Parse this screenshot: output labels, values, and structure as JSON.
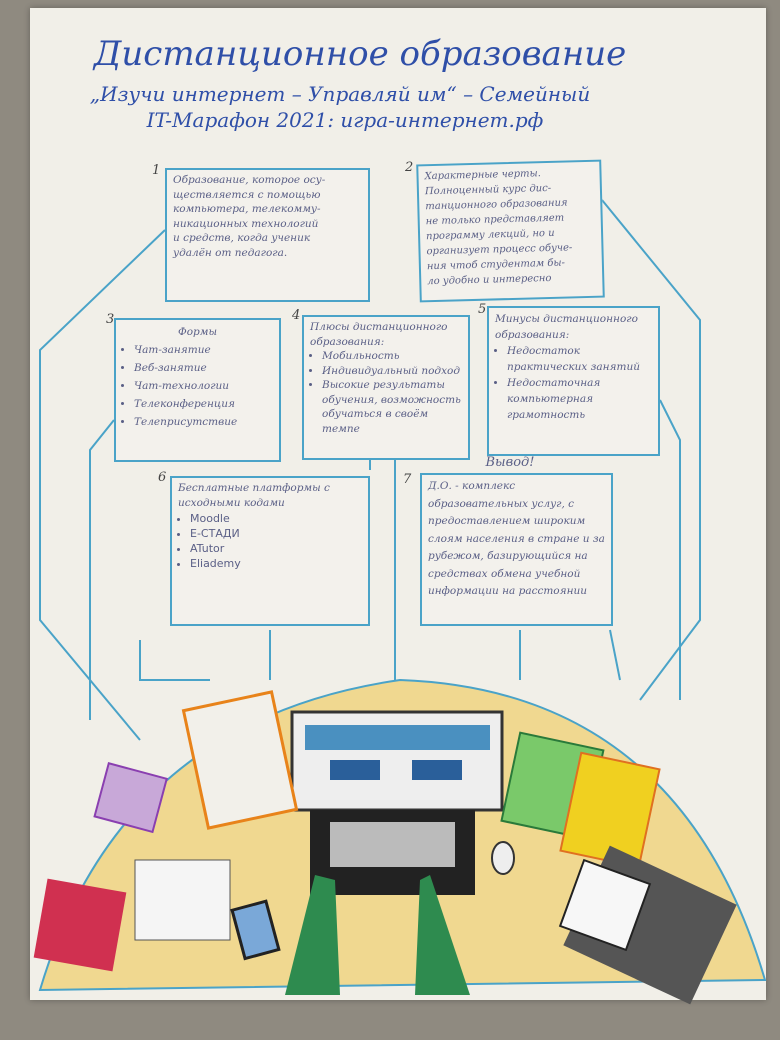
{
  "title": "Дистанционное образование",
  "subtitle_line1": "„Изучи интернет – Управляй им“ – Семейный",
  "subtitle_line2": "IT-Марафон 2021: игра-интернет.рф",
  "boxes": {
    "b1": {
      "num": "1",
      "lines": [
        "Образование, которое осу-",
        "ществляется с помощью",
        "компьютера, телекомму-",
        "никационных технологий",
        "и средств, когда ученик",
        "удалён от педагога."
      ]
    },
    "b2": {
      "num": "2",
      "lines": [
        "Характерные черты.",
        "Полноценный курс дис-",
        "танционного образования",
        "не только представляет",
        "программу лекций, но и",
        "организует процесс обуче-",
        "ния чтоб студентам бы-",
        "ло удобно и интересно"
      ]
    },
    "b3": {
      "num": "3",
      "heading": "Формы",
      "items": [
        "Чат-занятие",
        "Веб-занятие",
        "Чат-технологии",
        "Телеконференция",
        "Телеприсутствие"
      ]
    },
    "b4": {
      "num": "4",
      "heading": "Плюсы дистанционного образования:",
      "items": [
        "Мобильность",
        "Индивидуальный подход",
        "Высокие результаты обучения, возможность обучаться в своём темпе"
      ]
    },
    "b5": {
      "num": "5",
      "heading": "Минусы дистанционного образования:",
      "items": [
        "Недостаток практических занятий",
        "Недостаточная компьютерная грамотность"
      ]
    },
    "b6": {
      "num": "6",
      "heading": "Бесплатные платформы с исходными кодами",
      "items": [
        "Moodle",
        "E-СТАДИ",
        "ATutor",
        "Eliademy"
      ]
    },
    "b7": {
      "num": "7",
      "heading": "Вывод!",
      "text": "Д.О. - комплекс образовательных услуг, с предоставлением широким слоям населения в стране и за рубежом, базирующийся на средствах обмена учебной информации на расстоянии"
    }
  },
  "colors": {
    "ink": "#2f4fa8",
    "frame": "#4aa3c8",
    "desk": "#f0d890"
  }
}
